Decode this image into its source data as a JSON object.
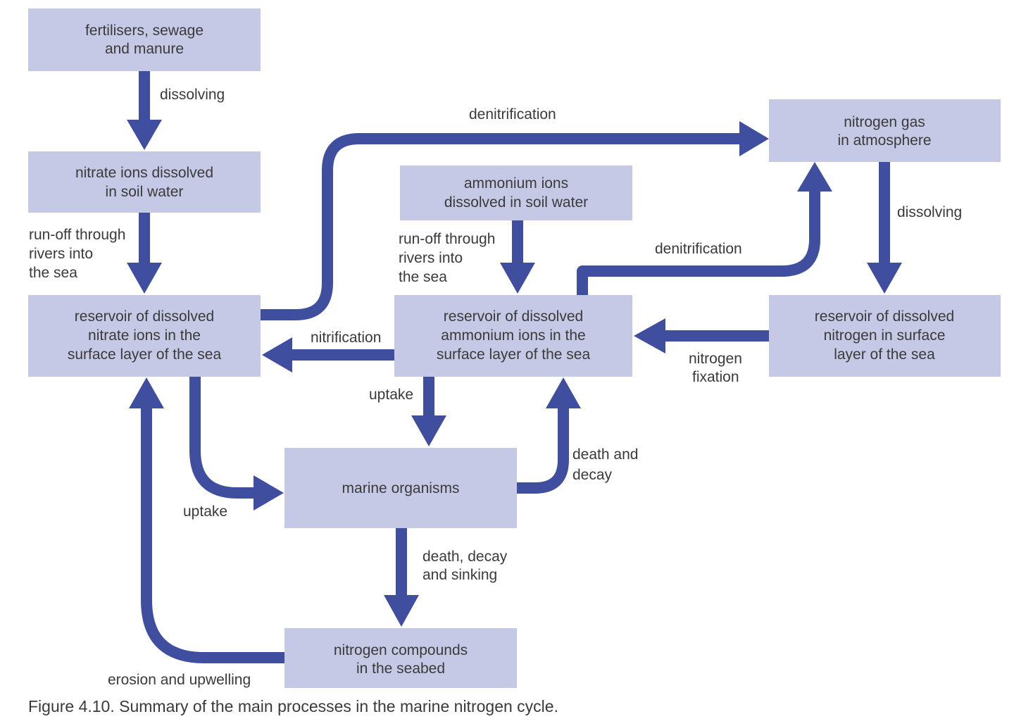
{
  "nodes": {
    "fertilisers": [
      "fertilisers, sewage",
      "and manure"
    ],
    "nitrate_soil": [
      "nitrate ions dissolved",
      "in soil water"
    ],
    "nitrate_reservoir": [
      "reservoir of dissolved",
      "nitrate ions in the",
      "surface layer of the sea"
    ],
    "ammonium_soil": [
      "ammonium ions",
      "dissolved in soil water"
    ],
    "ammonium_reservoir": [
      "reservoir of dissolved",
      "ammonium ions in the",
      "surface layer of the sea"
    ],
    "nitrogen_gas": [
      "nitrogen gas",
      "in atmosphere"
    ],
    "nitrogen_reservoir": [
      "reservoir of dissolved",
      "nitrogen in surface",
      "layer of the sea"
    ],
    "marine_organisms": [
      "marine organisms"
    ],
    "seabed": [
      "nitrogen compounds",
      "in the seabed"
    ]
  },
  "edges": {
    "dissolving_1": [
      "dissolving"
    ],
    "runoff_1": [
      "run-off through",
      "rivers into",
      "the sea"
    ],
    "denitrification_1": [
      "denitrification"
    ],
    "runoff_2": [
      "run-off through",
      "rivers into",
      "the sea"
    ],
    "denitrification_2": [
      "denitrification"
    ],
    "dissolving_2": [
      "dissolving"
    ],
    "nitrification": [
      "nitrification"
    ],
    "nitrogen_fixation": [
      "nitrogen",
      "fixation"
    ],
    "uptake_1": [
      "uptake"
    ],
    "death_decay": [
      "death and",
      "decay"
    ],
    "uptake_2": [
      "uptake"
    ],
    "death_decay_sinking": [
      "death, decay",
      "and sinking"
    ],
    "erosion_upwelling": [
      "erosion and upwelling"
    ]
  },
  "caption": "Figure 4.10. Summary of the main processes in the marine nitrogen cycle.",
  "colors": {
    "box_fill": "#c6c9e6",
    "arrow": "#3f4e9f",
    "text": "#3a3a3a"
  }
}
